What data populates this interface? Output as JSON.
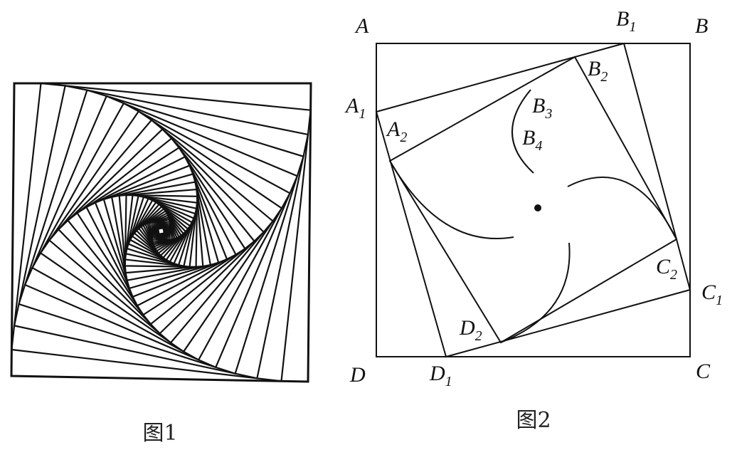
{
  "figure1": {
    "caption": "图1"
  },
  "figure2": {
    "caption": "图2",
    "labels": {
      "A": {
        "main": "A",
        "sub": ""
      },
      "B": {
        "main": "B",
        "sub": ""
      },
      "C": {
        "main": "C",
        "sub": ""
      },
      "D": {
        "main": "D",
        "sub": ""
      },
      "A1": {
        "main": "A",
        "sub": "1"
      },
      "B1": {
        "main": "B",
        "sub": "1"
      },
      "C1": {
        "main": "C",
        "sub": "1"
      },
      "D1": {
        "main": "D",
        "sub": "1"
      },
      "A2": {
        "main": "A",
        "sub": "2"
      },
      "B2": {
        "main": "B",
        "sub": "2"
      },
      "C2": {
        "main": "C",
        "sub": "2"
      },
      "D2": {
        "main": "D",
        "sub": "2"
      },
      "B3": {
        "main": "B",
        "sub": "3"
      },
      "B4": {
        "main": "B",
        "sub": "4"
      }
    }
  },
  "colors": {
    "stroke": "#111111",
    "background": "#ffffff"
  }
}
